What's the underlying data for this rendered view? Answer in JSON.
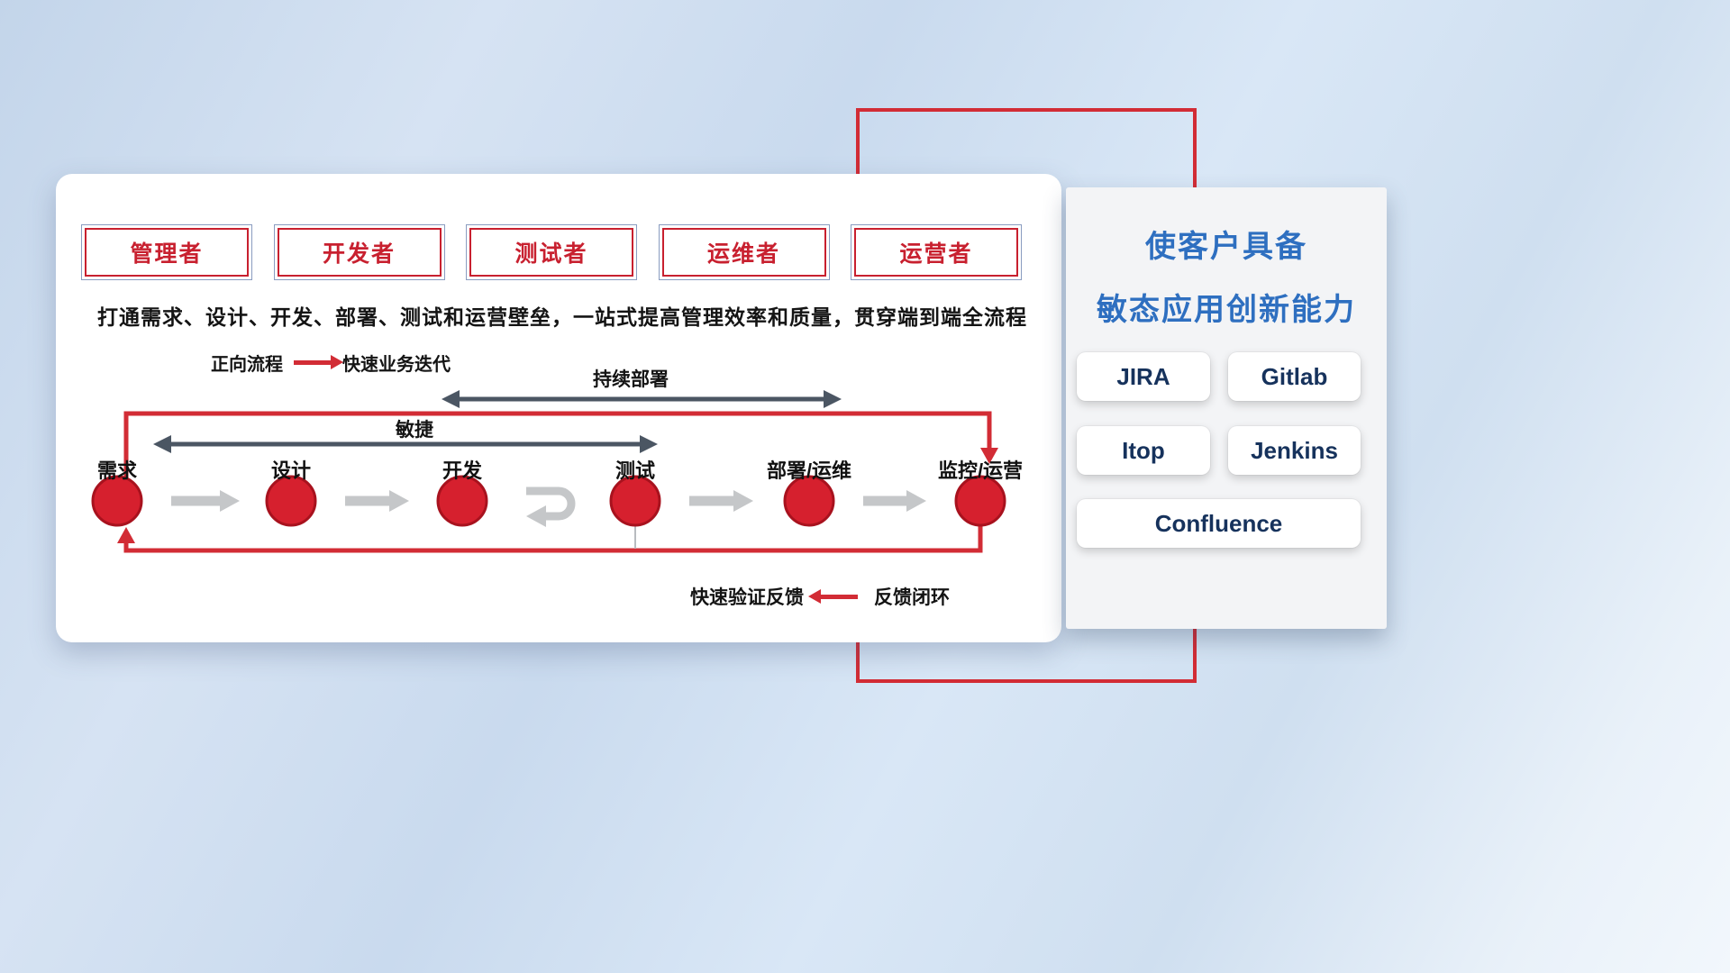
{
  "colors": {
    "accent_red": "#d22c35",
    "role_red": "#c8202f",
    "title_blue": "#2e6fc0",
    "dark_arrow": "#4b5663",
    "gray_arrow": "#c5c7c9"
  },
  "roles": [
    "管理者",
    "开发者",
    "测试者",
    "运维者",
    "运营者"
  ],
  "headline": "打通需求、设计、开发、部署、测试和运营壁垒，一站式提高管理效率和质量，贯穿端到端全流程",
  "forward_legend": {
    "label": "正向流程",
    "desc": "快速业务迭代"
  },
  "flow_labels": {
    "continuous_deployment": "持续部署",
    "agile": "敏捷"
  },
  "stages": [
    "需求",
    "设计",
    "开发",
    "测试",
    "部署/运维",
    "监控/运营"
  ],
  "feedback_legend": {
    "desc": "快速验证反馈",
    "label": "反馈闭环"
  },
  "side_panel": {
    "title_line1": "使客户具备",
    "title_line2": "敏态应用创新能力",
    "tools": [
      "JIRA",
      "Gitlab",
      "Itop",
      "Jenkins",
      "Confluence"
    ]
  }
}
